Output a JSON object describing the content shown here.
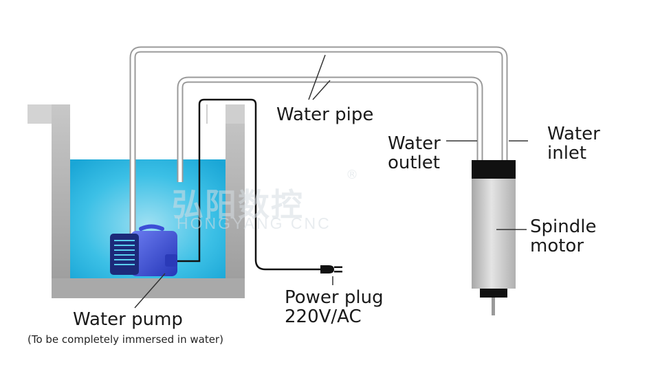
{
  "labels": {
    "water_pipe": "Water pipe",
    "water_outlet": [
      "Water",
      "outlet"
    ],
    "water_inlet": [
      "Water",
      "inlet"
    ],
    "spindle_motor": [
      "Spindle",
      "motor"
    ],
    "power_plug": [
      "Power plug",
      "220V/AC"
    ],
    "water_pump": "Water pump",
    "water_pump_note": "(To be completely immersed in water)"
  },
  "watermark": {
    "chinese": "弘阳数控",
    "english": "HONGYANG CNC",
    "registered": "®"
  },
  "colors": {
    "water": "#2bb8e3",
    "pump_body": "#3c4fd6",
    "motor_cap": "#111111",
    "motor_body": "#c8c8c8",
    "cable": "#111111",
    "pipe": "#bdbdbd"
  }
}
